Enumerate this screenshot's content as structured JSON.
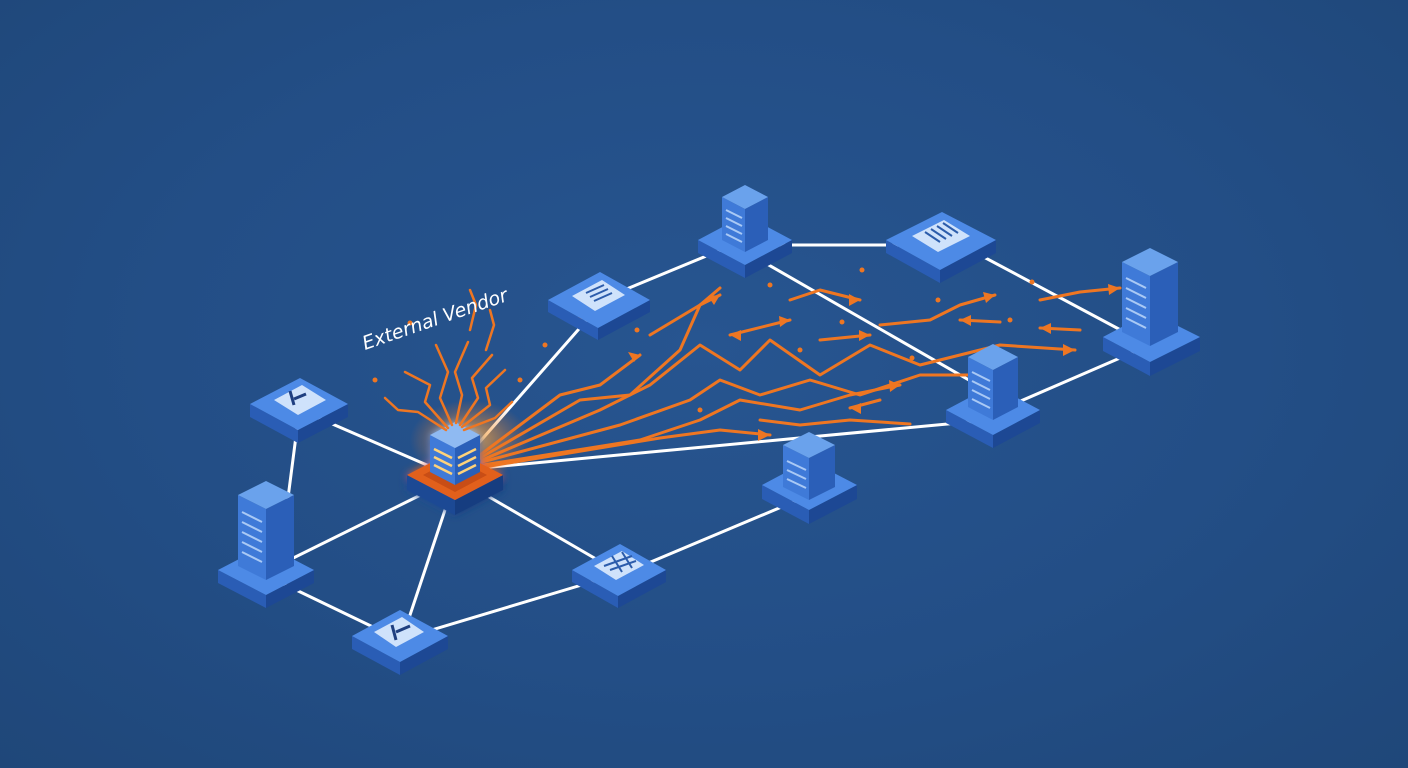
{
  "diagram": {
    "vendor_label": "External Vendor",
    "colors": {
      "background": "#234e86",
      "link": "#ffffff",
      "node_top": "#6aa2ec",
      "node_left": "#3f7ad8",
      "node_right": "#2b5fb8",
      "vendor_base": "#e2611c",
      "attack": "#ee7622"
    },
    "nodes": [
      {
        "id": "pad-top-left",
        "kind": "pad",
        "icon": "document-icon"
      },
      {
        "id": "tower-top",
        "kind": "tower",
        "icon": "server-icon"
      },
      {
        "id": "pad-top-right",
        "kind": "pad",
        "icon": "list-icon"
      },
      {
        "id": "tower-far-right",
        "kind": "tower",
        "icon": "server-icon"
      },
      {
        "id": "tower-right",
        "kind": "tower",
        "icon": "server-icon"
      },
      {
        "id": "tower-center",
        "kind": "tower",
        "icon": "server-icon"
      },
      {
        "id": "pad-middle-bottom",
        "kind": "pad",
        "icon": "document-icon"
      },
      {
        "id": "pad-bottom",
        "kind": "pad",
        "icon": "document-icon"
      },
      {
        "id": "tower-left",
        "kind": "tower",
        "icon": "server-icon"
      },
      {
        "id": "pad-left",
        "kind": "pad",
        "icon": "document-icon"
      },
      {
        "id": "vendor",
        "kind": "vendor",
        "icon": "server-icon"
      }
    ]
  }
}
